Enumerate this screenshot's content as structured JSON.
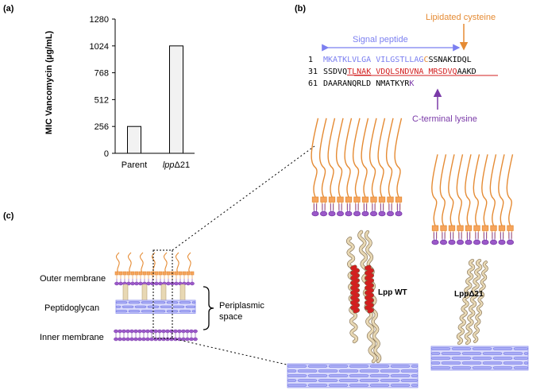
{
  "panel_a": {
    "label": "(a)",
    "chart_data": {
      "type": "bar",
      "categories": [
        "Parent",
        "lppΔ21"
      ],
      "values": [
        256,
        1024
      ],
      "ylabel": "MIC Vancomycin (µg/mL)",
      "yticks": [
        "0",
        "256",
        "512",
        "768",
        "1024",
        "1280"
      ],
      "ylim": [
        0,
        1280
      ],
      "xlabel": "",
      "title": ""
    },
    "xtick_parent": "Parent",
    "xtick_mutant_italic": "lpp",
    "xtick_mutant_rest": "Δ21"
  },
  "panel_b": {
    "label": "(b)",
    "lipidated_cysteine": "Lipidated cysteine",
    "signal_peptide": "Signal peptide",
    "c_terminal_lysine": "C-terminal lysine",
    "line1_num": "1",
    "line1_signal_a": "MKATKLVLGA",
    "line1_signal_b": "VILGSTLLAG",
    "line1_cys": "C",
    "line1_rest": "SSNAKIDQL",
    "line2_num": "31",
    "line2_pre": "SSDVQ",
    "line2_u1": "TLNAK",
    "line2_u2": "VDQLSNDVNA",
    "line2_u3": "MRSDVQ",
    "line2_post": "AAKD",
    "line3_num": "61",
    "line3_a": "DAARANQRLD",
    "line3_b": "NMATKYR",
    "line3_lys": "K"
  },
  "panel_c": {
    "label": "(c)",
    "outer_membrane": "Outer membrane",
    "peptidoglycan": "Peptidoglycan",
    "inner_membrane": "Inner membrane",
    "periplasmic_line1": "Periplasmic",
    "periplasmic_line2": "space",
    "lpp_wt": "Lpp WT",
    "lpp_d21": "LppΔ21"
  },
  "colors": {
    "orange": "#e58b34",
    "purple": "#7a3aa8",
    "blue": "#7b7ff0",
    "red": "#d21f1f",
    "helix": "#e8d8b4",
    "pg": "#8c90ee"
  }
}
